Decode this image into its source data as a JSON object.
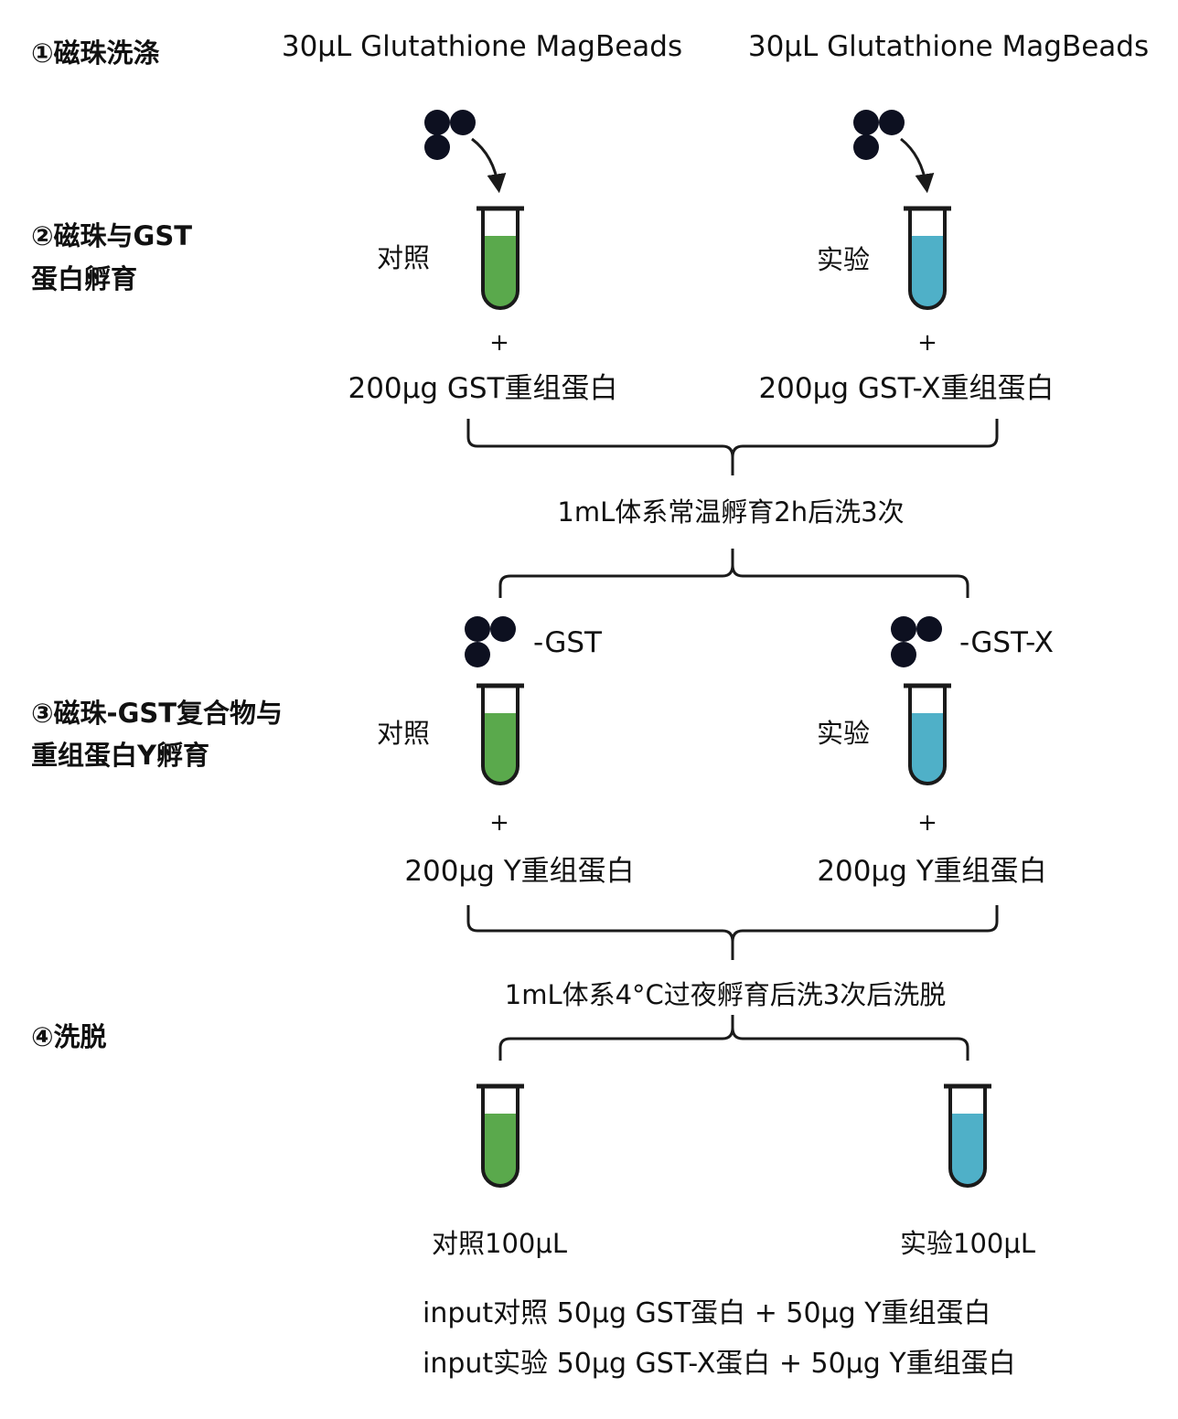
{
  "steps": {
    "step1": "①磁珠洗涤",
    "step2_line1": "②磁珠与GST",
    "step2_line2": "蛋白孵育",
    "step3_line1": "③磁珠-GST复合物与",
    "step3_line2": "重组蛋白Y孵育",
    "step4": "④洗脱"
  },
  "beads_header": {
    "control": "30μL Glutathione MagBeads",
    "experiment": "30μL Glutathione MagBeads"
  },
  "step2": {
    "control_label": "对照",
    "experiment_label": "实验",
    "plus": "+",
    "control_protein": "200μg GST重组蛋白",
    "experiment_protein": "200μg GST-X重组蛋白",
    "process": "1mL体系常温孵育2h后洗3次"
  },
  "step3": {
    "control_complex": "-GST",
    "experiment_complex": "-GST-X",
    "control_label": "对照",
    "experiment_label": "实验",
    "plus": "+",
    "control_protein": "200μg Y重组蛋白",
    "experiment_protein": "200μg Y重组蛋白",
    "process": "1mL体系4°C过夜孵育后洗3次后洗脱"
  },
  "step4": {
    "control_eluate": "对照100μL",
    "experiment_eluate": "实验100μL"
  },
  "inputs": {
    "control": "input对照 50μg GST蛋白 + 50μg Y重组蛋白",
    "experiment": "input实验 50μg GST-X蛋白 + 50μg Y重组蛋白"
  },
  "colors": {
    "control_liquid": "#5aa94c",
    "experiment_liquid": "#4fb0c8",
    "bead": "#0d1020",
    "outline": "#1a1a1a"
  },
  "icons": {
    "bead_cluster": "bead-cluster-icon",
    "tube": "tube-icon",
    "arrow": "curved-arrow-icon",
    "bracket": "curly-brace-icon"
  }
}
